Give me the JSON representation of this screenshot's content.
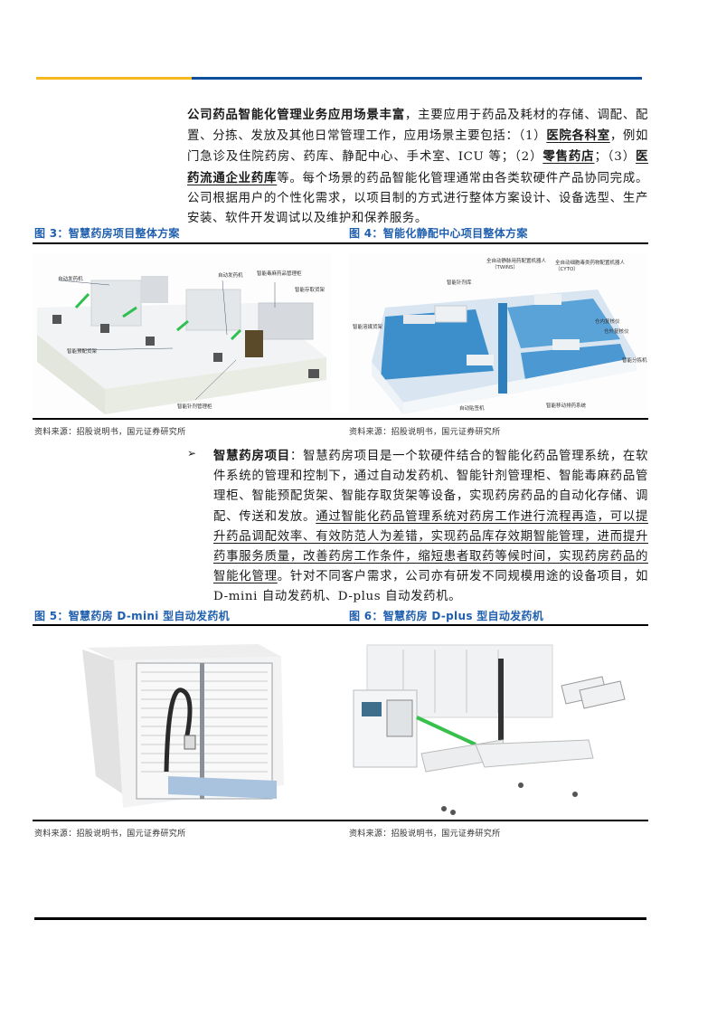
{
  "header": {
    "rule_colors": {
      "left": "#f6b81d",
      "right": "#0d4f9c"
    }
  },
  "intro": {
    "lead_bold": "公司药品智能化管理业务应用场景丰富",
    "t1": "，主要应用于药品及耗材的存储、调配、配置、分拣、发放及其他日常管理工作，应用场景主要包括：（1）",
    "s1": "医院各科室",
    "t2": "，例如门急诊及住院药房、药库、静配中心、手术室、ICU 等；（2）",
    "s2": "零售药店",
    "t3": "；（3）",
    "s3": "医药流通企业药库",
    "t4": "等。每个场景的药品智能化管理通常由各类软硬件产品协同完成。公司根据用户的个性化需求，以项目制的方式进行整体方案设计、设备选型、生产安装、软件开发调试以及维护和保养服务。"
  },
  "figures": {
    "fig3": {
      "title": "图 3：智慧药房项目整体方案",
      "labels": [
        "自动发药机",
        "自动发药机",
        "智能毒麻药品管理柜",
        "智能存取货架",
        "智能预配货架",
        "智能针剂管理柜"
      ],
      "source": "资料来源：招股说明书，国元证券研究所"
    },
    "fig4": {
      "title": "图 4：智能化静配中心项目整体方案",
      "labels": [
        "全自动静脉用药配置机器人",
        "（TWINS）",
        "全自动细胞毒类药物配置机器人",
        "（CYTO）",
        "智能针剂库",
        "智能溶媒货架",
        "仓内复核仪",
        "仓外复核仪",
        "智能分拣机",
        "自动贴签机",
        "智能移动排药系统"
      ],
      "source": "资料来源：招股说明书，国元证券研究所"
    },
    "fig5": {
      "title": "图 5：智慧药房 D-mini 型自动发药机",
      "source": "资料来源：招股说明书，国元证券研究所"
    },
    "fig6": {
      "title": "图 6：智慧药房 D-plus 型自动发药机",
      "source": "资料来源：招股说明书，国元证券研究所"
    }
  },
  "section": {
    "bullet": "➢",
    "lead_bold": "智慧药房项目",
    "t1": "：智慧药房项目是一个软硬件结合的智能化药品管理系统，在软件系统的管理和控制下，通过自动发药机、智能针剂管理柜、智能毒麻药品管理柜、智能预配货架、智能存取货架等设备，实现药房药品的自动化存储、调配、传送和发放。",
    "underlined": "通过智能化药品管理系统对药房工作进行流程再造，可以提升药品调配效率、有效防范人为差错，实现药品库存效期智能管理，进而提升药事服务质量，改善药房工作条件，缩短患者取药等候时间，实现药房药品的智能化管理",
    "t2": "。针对不同客户需求，公司亦有研发不同规模用途的设备项目，如 D-mini 自动发药机、D-plus 自动发药机。"
  }
}
